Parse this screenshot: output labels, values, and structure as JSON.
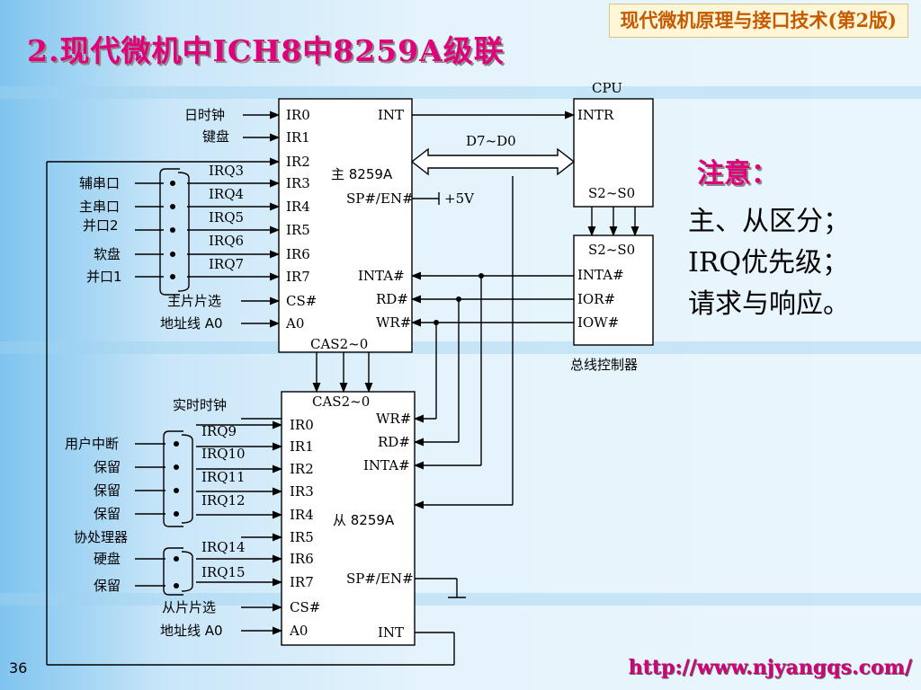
{
  "title": "2.现代微机中ICH8中8259A级联",
  "book": "现代微机原理与接口技术(第2版)",
  "note": {
    "heading": "注意：",
    "lines": [
      "主、从区分；",
      "IRQ优先级；",
      "请求与响应。"
    ]
  },
  "page_number": "36",
  "url": "http://www.njyangqs.com/",
  "diagram": {
    "master": {
      "name": "主 8259A",
      "left_pins": [
        "IR0",
        "IR1",
        "IR2",
        "IR3",
        "IR4",
        "IR5",
        "IR6",
        "IR7",
        "CS#",
        "A0"
      ],
      "int": "INT",
      "sp": "SP#/EN#",
      "inta": "INTA#",
      "rd": "RD#",
      "wr": "WR#",
      "cas": "CAS2~0",
      "vcc": "+5V"
    },
    "slave": {
      "name": "从 8259A",
      "left_pins": [
        "IR0",
        "IR1",
        "IR2",
        "IR3",
        "IR4",
        "IR5",
        "IR6",
        "IR7",
        "CS#",
        "A0"
      ],
      "cas": "CAS2~0",
      "wr": "WR#",
      "rd": "RD#",
      "inta": "INTA#",
      "sp": "SP#/EN#",
      "int": "INT"
    },
    "cpu": {
      "label": "CPU",
      "intr": "INTR",
      "s": "S2~S0"
    },
    "bus_ctrl": {
      "label": "总线控制器",
      "s": "S2~S0",
      "inta": "INTA#",
      "ior": "IOR#",
      "iow": "IOW#"
    },
    "data_bus": "D7~D0",
    "master_sources": [
      "日时钟",
      "键盘",
      "辅串口",
      "主串口",
      "并口2",
      "软盘",
      "并口1",
      "主片片选",
      "地址线 A0"
    ],
    "master_irqs": [
      "IRQ3",
      "IRQ4",
      "IRQ5",
      "IRQ6",
      "IRQ7"
    ],
    "slave_sources": [
      "实时时钟",
      "用户中断",
      "保留",
      "保留",
      "保留",
      "协处理器",
      "硬盘",
      "保留",
      "从片片选",
      "地址线 A0"
    ],
    "slave_irqs": [
      "IRQ9",
      "IRQ10",
      "IRQ11",
      "IRQ12",
      "IRQ14",
      "IRQ15"
    ]
  }
}
